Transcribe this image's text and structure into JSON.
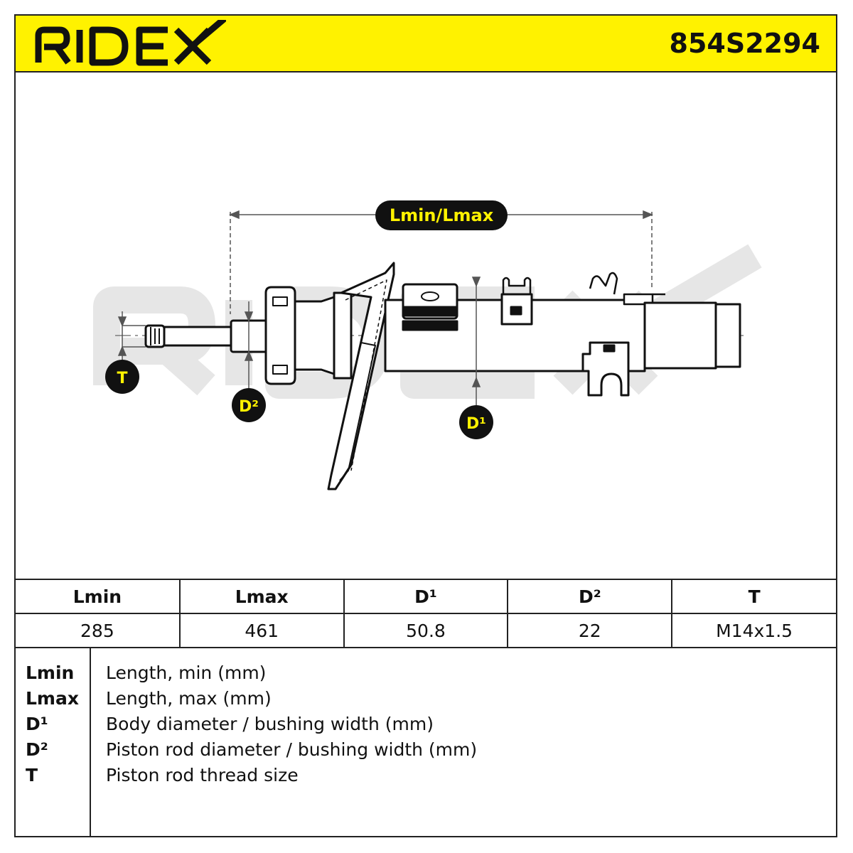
{
  "header": {
    "brand": "RIDEX",
    "part_number": "854S2294"
  },
  "drawing": {
    "labels": {
      "length": "Lmin/Lmax",
      "thread": "T",
      "rod_diameter": "D²",
      "body_diameter": "D¹"
    },
    "watermark": "RIDEX"
  },
  "specs": {
    "headers": [
      "Lmin",
      "Lmax",
      "D¹",
      "D²",
      "T"
    ],
    "values": [
      "285",
      "461",
      "50.8",
      "22",
      "M14x1.5"
    ]
  },
  "legend": [
    {
      "key": "Lmin",
      "desc": "Length, min (mm)"
    },
    {
      "key": "Lmax",
      "desc": "Length, max (mm)"
    },
    {
      "key": "D¹",
      "desc": "Body diameter / bushing width (mm)"
    },
    {
      "key": "D²",
      "desc": "Piston rod diameter / bushing width (mm)"
    },
    {
      "key": "T",
      "desc": "Piston rod thread size"
    }
  ],
  "colors": {
    "accent": "#fff200",
    "ink": "#111111",
    "watermark": "#e6e6e6"
  }
}
